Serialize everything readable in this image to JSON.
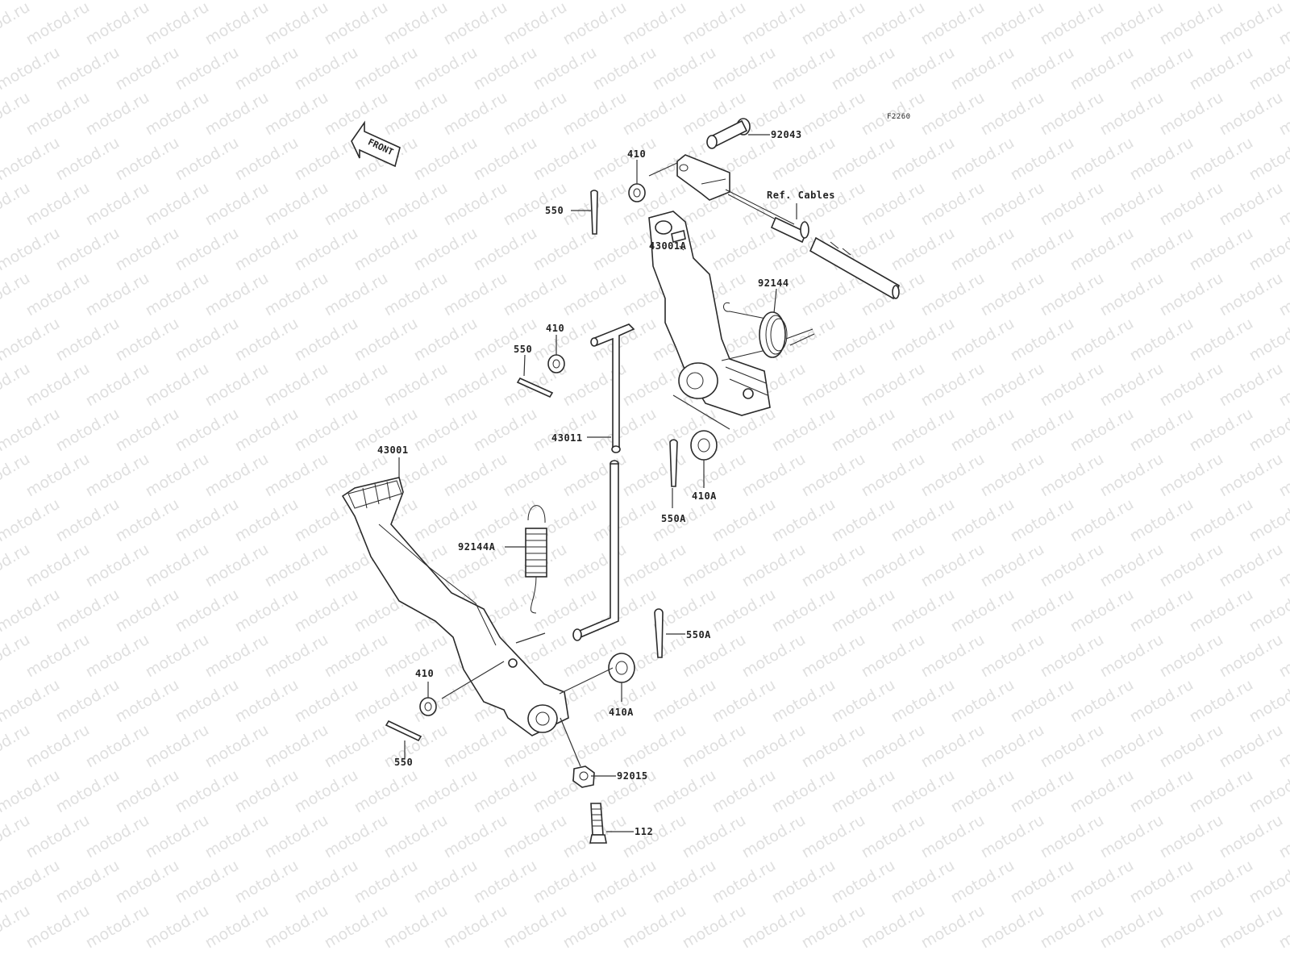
{
  "diagram": {
    "code": "F2260",
    "front_marker": "FRONT",
    "watermark": "motod.ru",
    "ref_label": "Ref. Cables"
  },
  "callouts": [
    {
      "id": "c-92043",
      "text": "92043"
    },
    {
      "id": "c-410-top",
      "text": "410"
    },
    {
      "id": "c-550-top",
      "text": "550"
    },
    {
      "id": "c-43001A",
      "text": "43001A"
    },
    {
      "id": "c-92144",
      "text": "92144"
    },
    {
      "id": "c-410-mid",
      "text": "410"
    },
    {
      "id": "c-550-mid",
      "text": "550"
    },
    {
      "id": "c-43011",
      "text": "43011"
    },
    {
      "id": "c-410A-upper",
      "text": "410A"
    },
    {
      "id": "c-550A-upper",
      "text": "550A"
    },
    {
      "id": "c-43001",
      "text": "43001"
    },
    {
      "id": "c-92144A",
      "text": "92144A"
    },
    {
      "id": "c-550A-lower",
      "text": "550A"
    },
    {
      "id": "c-410-low",
      "text": "410"
    },
    {
      "id": "c-410A-lower",
      "text": "410A"
    },
    {
      "id": "c-550-low",
      "text": "550"
    },
    {
      "id": "c-92015",
      "text": "92015"
    },
    {
      "id": "c-112",
      "text": "112"
    }
  ]
}
